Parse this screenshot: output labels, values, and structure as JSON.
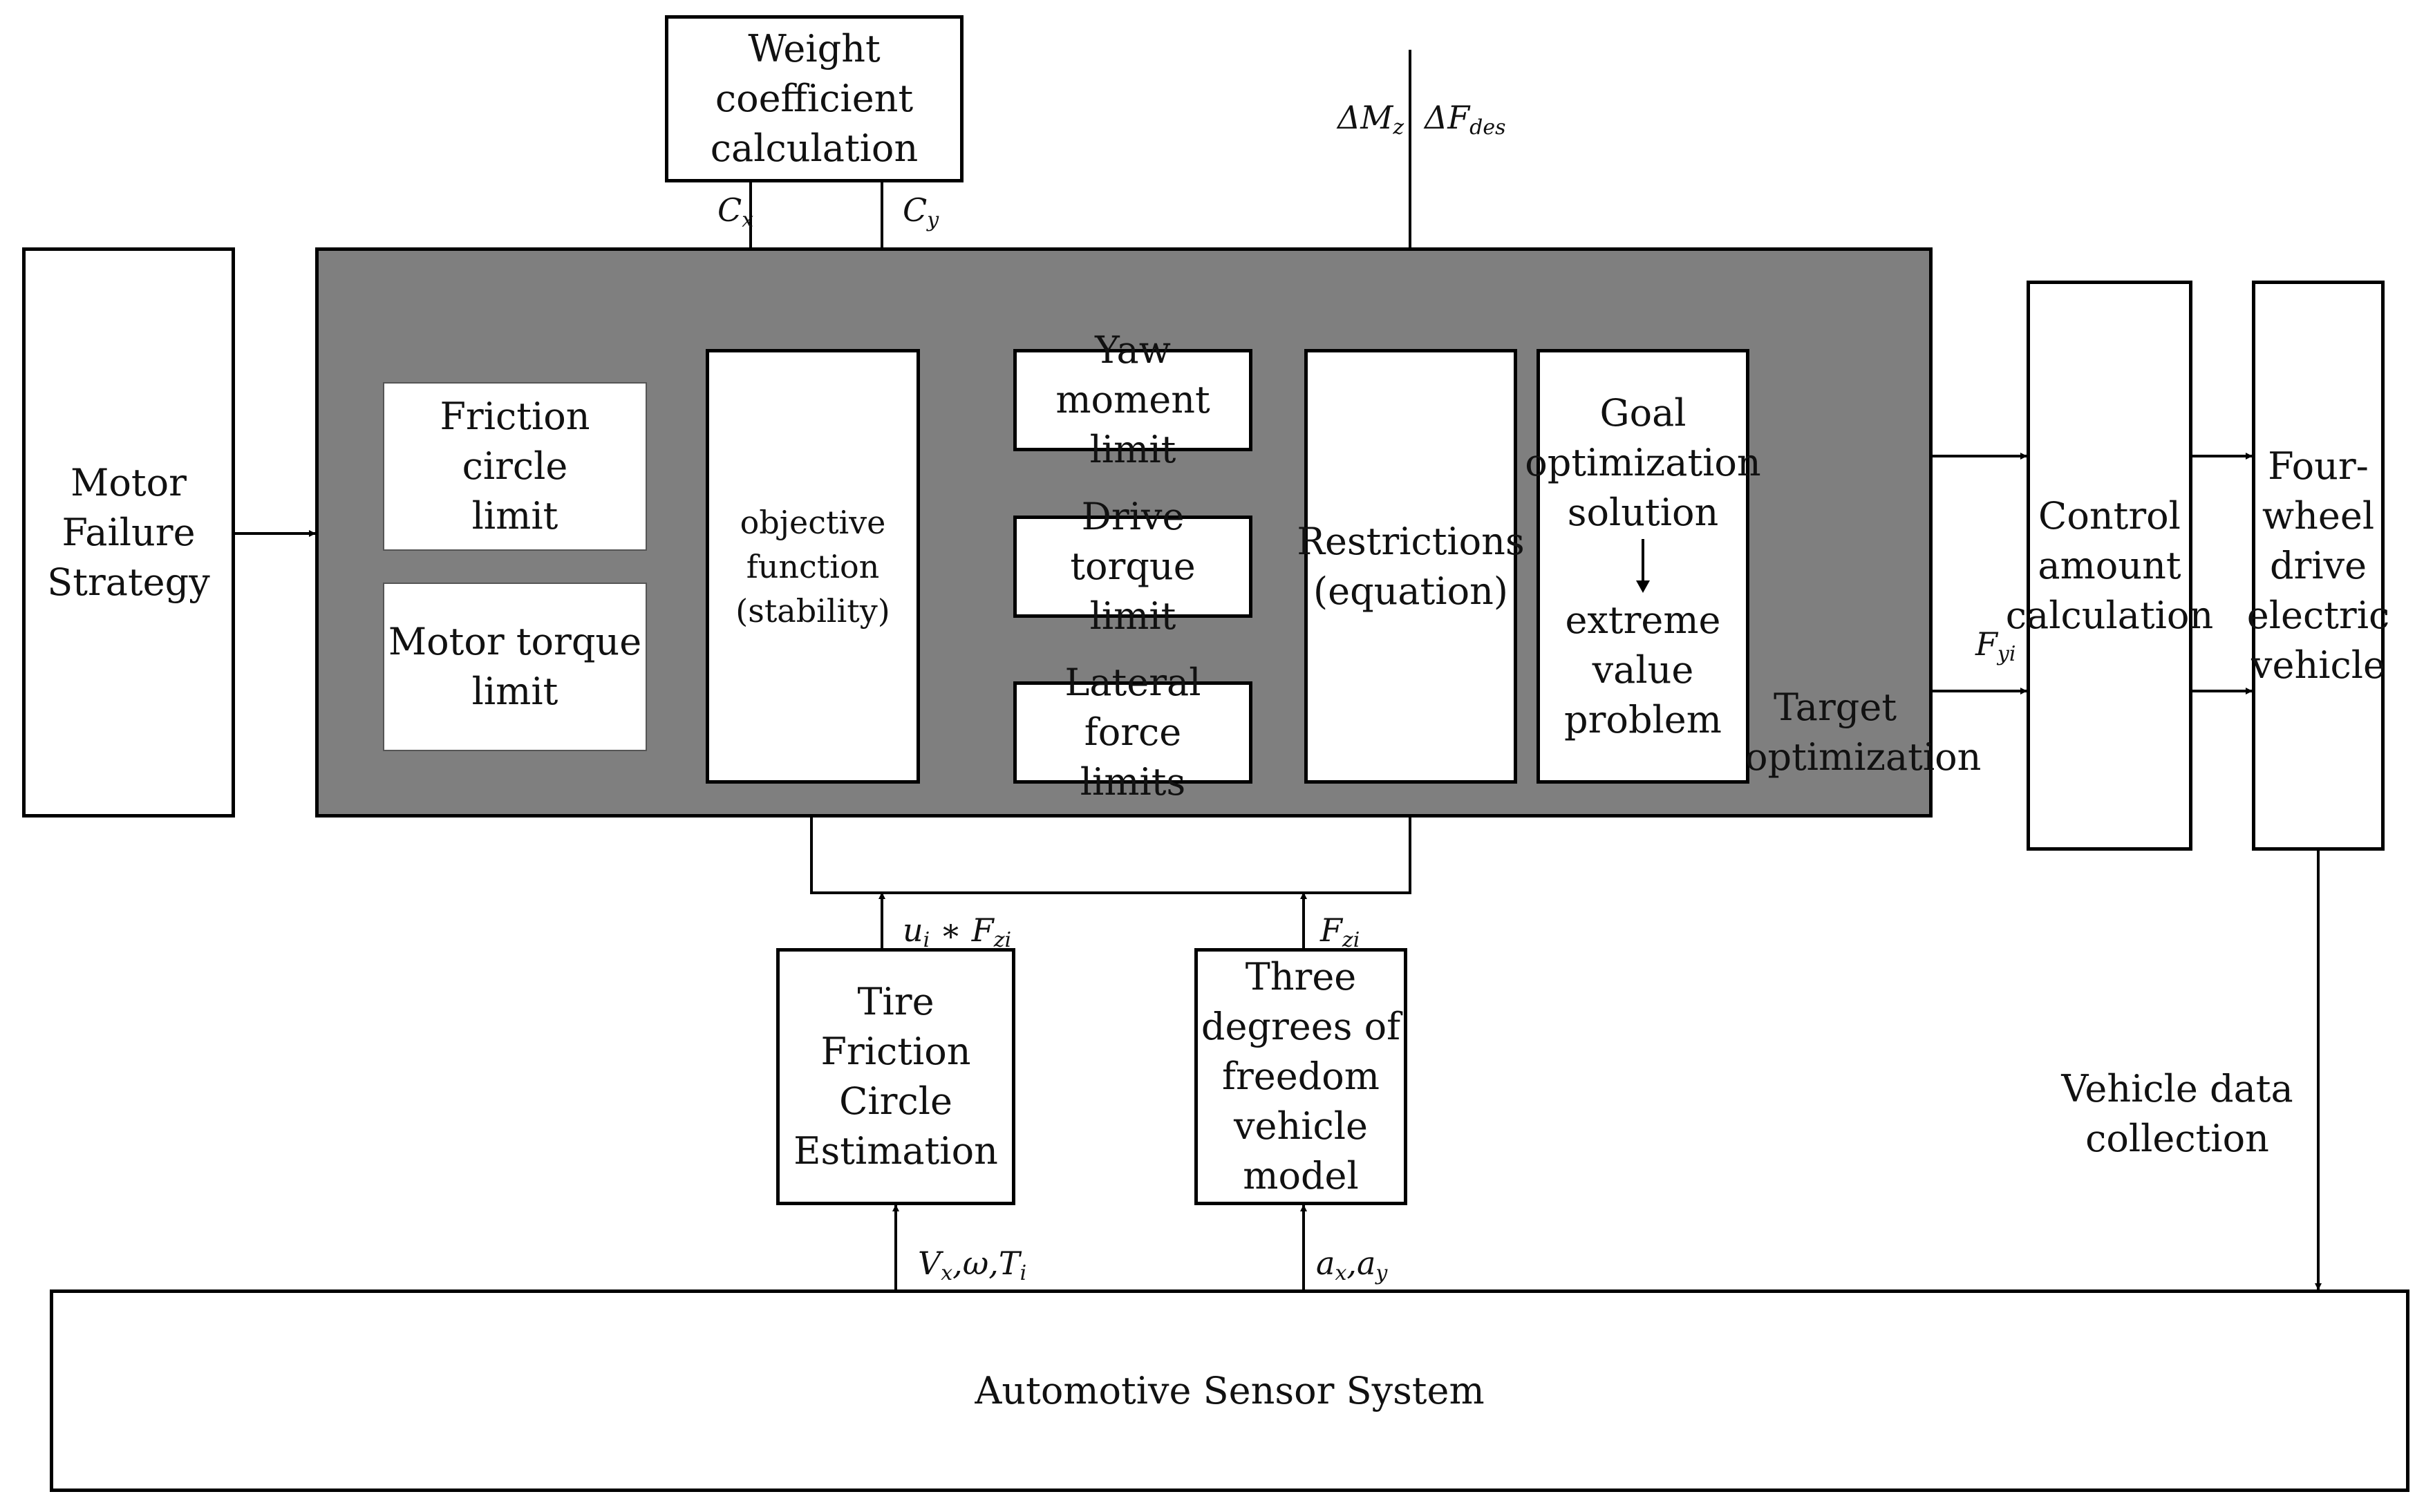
{
  "blocks": {
    "weight": [
      "Weight coefficient",
      "calculation"
    ],
    "motor_failure": [
      "Motor",
      "Failure",
      "Strategy"
    ],
    "friction_circle": [
      "Friction circle",
      "limit"
    ],
    "motor_torque": [
      "Motor torque",
      "limit"
    ],
    "objective": [
      "objective",
      "function",
      "(stability)"
    ],
    "yaw_moment": [
      "Yaw moment",
      "limit"
    ],
    "drive_torque": [
      "Drive torque",
      "limit"
    ],
    "lateral_force": [
      "Lateral force",
      "limits"
    ],
    "restrictions": [
      "Restrictions",
      "(equation)"
    ],
    "goal_top": [
      "Goal",
      "optimization",
      "solution"
    ],
    "goal_bottom": [
      "extreme",
      "value",
      "problem"
    ],
    "control": [
      "Control",
      "amount",
      "calculation"
    ],
    "vehicle": [
      "Four-",
      "wheel",
      "drive",
      "electric",
      "vehicle"
    ],
    "tire": [
      "Tire Friction",
      "Circle",
      "Estimation"
    ],
    "three_dof": [
      "Three",
      "degrees of",
      "freedom",
      "vehicle",
      "model"
    ],
    "sensor": "Automotive Sensor System"
  },
  "labels": {
    "target_optimization": [
      "Target",
      "optimization"
    ],
    "vehicle_data": [
      "Vehicle data",
      "collection"
    ]
  },
  "signals": {
    "cx": {
      "sym": "C",
      "sub": "x"
    },
    "cy": {
      "sym": "C",
      "sub": "y"
    },
    "delta_mz": {
      "pre": "ΔM",
      "sub": "z"
    },
    "delta_fdes": {
      "pre": "ΔF",
      "sub": "des"
    },
    "fyi": {
      "sym": "F",
      "sub": "yi"
    },
    "ui_fzi": {
      "a": "u",
      "a_sub": "i",
      "op": " ∗ ",
      "b": "F",
      "b_sub": "zi"
    },
    "fzi": {
      "sym": "F",
      "sub": "zi"
    },
    "vx_w_ti": {
      "a": "V",
      "a_sub": "x",
      "mid": ",ω,",
      "b": "T",
      "b_sub": "i"
    },
    "ax_ay": {
      "a": "a",
      "a_sub": "x",
      "mid": ",",
      "b": "a",
      "b_sub": "y"
    }
  }
}
